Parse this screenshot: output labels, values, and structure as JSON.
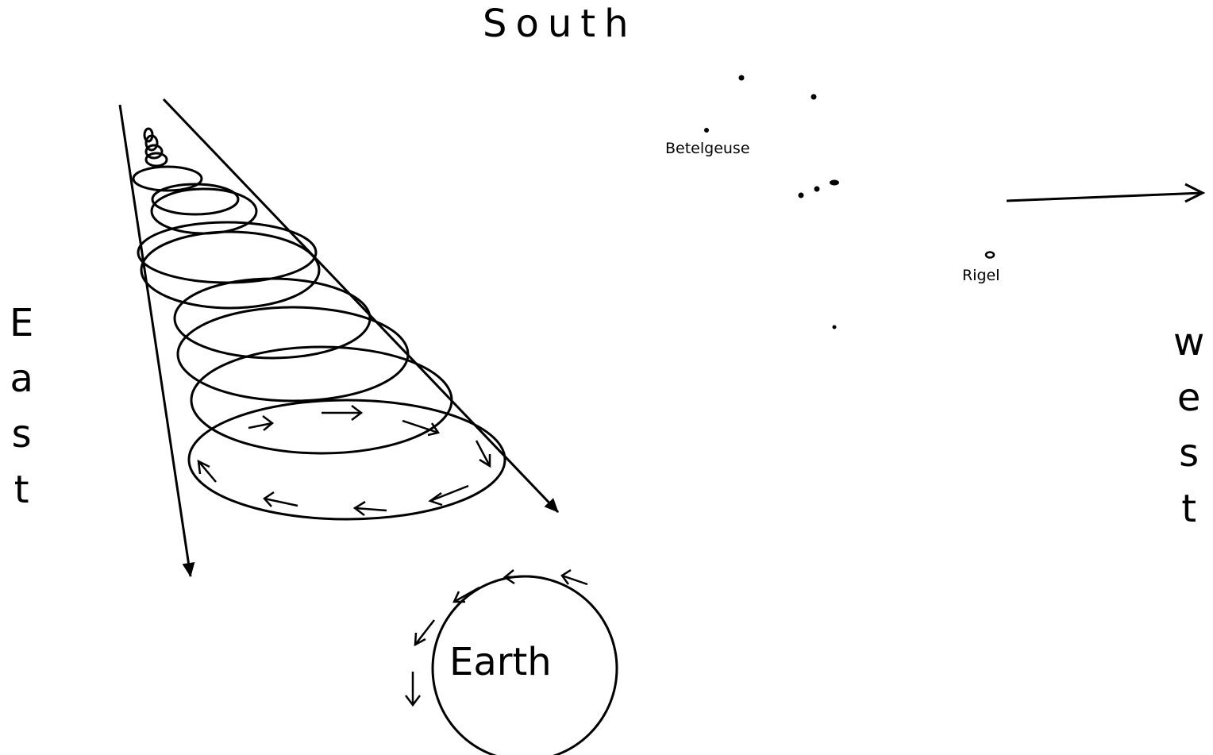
{
  "labels": {
    "south": "South",
    "east_letters": [
      "E",
      "a",
      "s",
      "t"
    ],
    "west_letters": [
      "w",
      "e",
      "s",
      "t"
    ],
    "betelgeuse": "Betelgeuse",
    "rigel": "Rigel",
    "earth": "Earth"
  },
  "colors": {
    "ink": "#000000",
    "background": "#ffffff"
  }
}
